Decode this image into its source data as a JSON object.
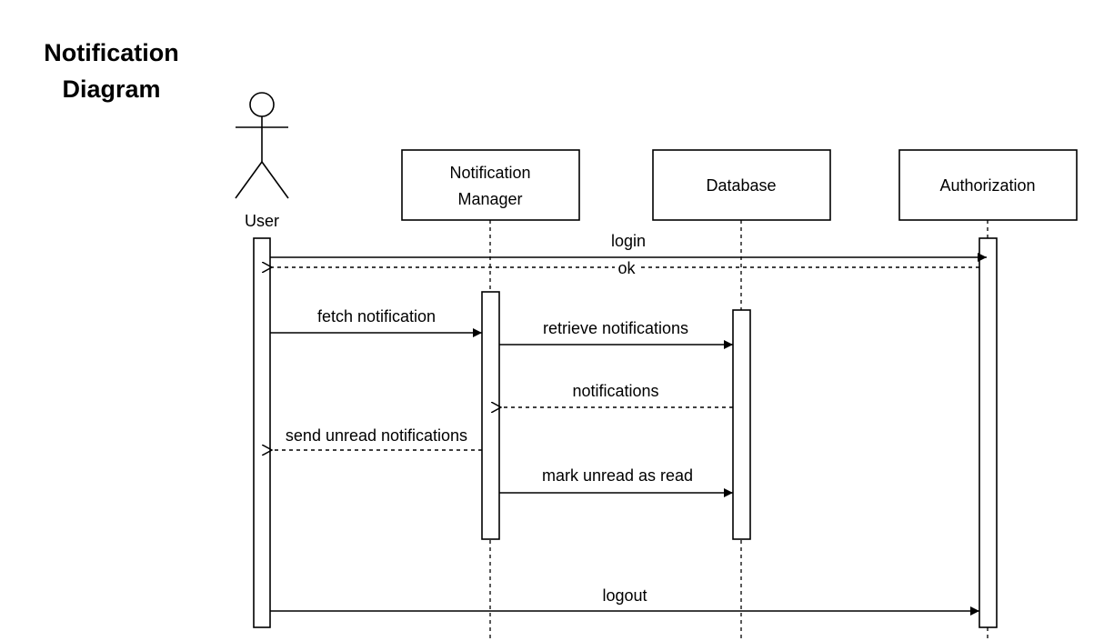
{
  "title": {
    "line1": "Notification",
    "line2": "Diagram"
  },
  "participants": {
    "user": "User",
    "notification_manager": {
      "line1": "Notification",
      "line2": "Manager"
    },
    "database": "Database",
    "authorization": "Authorization"
  },
  "messages": {
    "login": "login",
    "ok": "ok",
    "fetch_notification": "fetch notification",
    "retrieve_notifications": "retrieve notifications",
    "notifications": "notifications",
    "send_unread_notifications": "send unread notifications",
    "mark_unread_as_read": "mark unread as read",
    "logout": "logout"
  },
  "colors": {
    "stroke": "#000000",
    "background": "#ffffff"
  }
}
